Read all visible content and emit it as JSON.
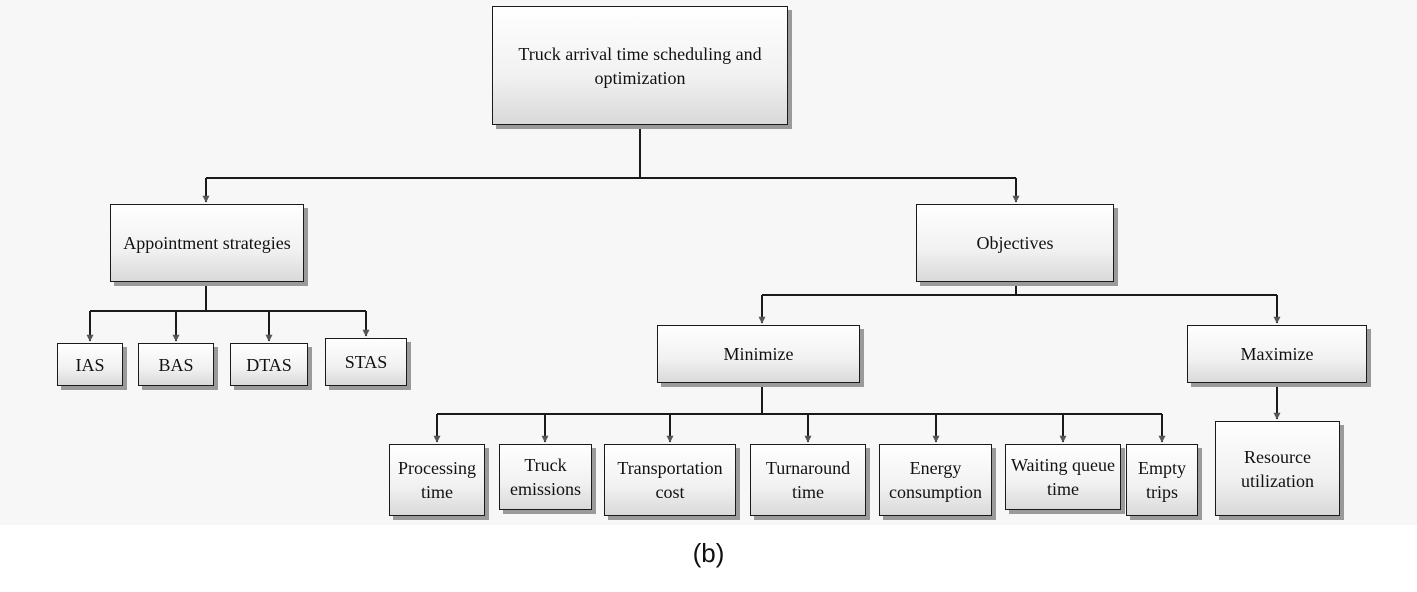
{
  "root": "Truck arrival time scheduling and optimization",
  "appointment": {
    "title": "Appointment strategies",
    "items": [
      "IAS",
      "BAS",
      "DTAS",
      "STAS"
    ]
  },
  "objectives": {
    "title": "Objectives",
    "minimize": {
      "title": "Minimize",
      "items": [
        "Processing time",
        "Truck emissions",
        "Transportation cost",
        "Turnaround time",
        "Energy consumption",
        "Waiting queue time",
        "Empty trips"
      ]
    },
    "maximize": {
      "title": "Maximize",
      "items": [
        "Resource utilization"
      ]
    }
  },
  "caption": "(b)"
}
